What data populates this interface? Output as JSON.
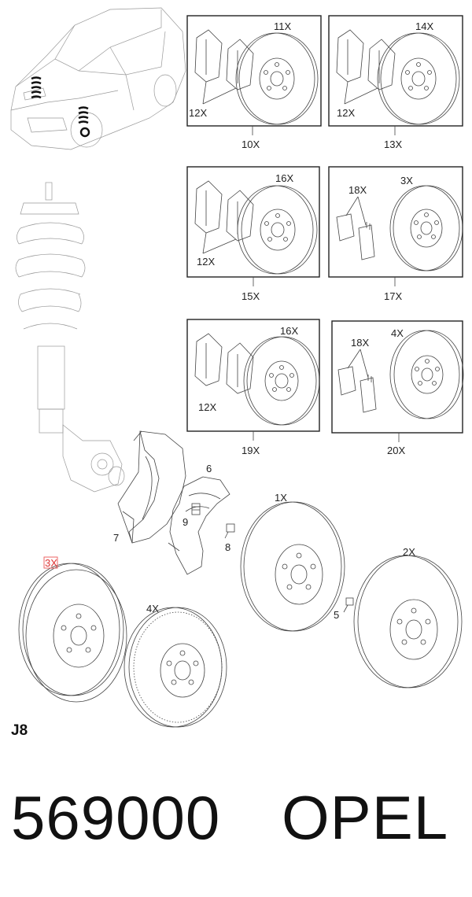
{
  "diagram": {
    "kits": [
      {
        "id": "kit-10x",
        "label": "10X",
        "disc": "11X",
        "pads": "12X"
      },
      {
        "id": "kit-13x",
        "label": "13X",
        "disc": "14X",
        "pads": "12X"
      },
      {
        "id": "kit-15x",
        "label": "15X",
        "disc": "16X",
        "pads": "12X"
      },
      {
        "id": "kit-17x",
        "label": "17X",
        "disc": "3X",
        "pads": "18X"
      },
      {
        "id": "kit-19x",
        "label": "19X",
        "disc": "16X",
        "pads": "12X"
      },
      {
        "id": "kit-20x",
        "label": "20X",
        "disc": "4X",
        "pads": "18X"
      }
    ],
    "parts": {
      "disc_1x": "1X",
      "disc_2x": "2X",
      "disc_3x": "3X",
      "disc_4x": "4X",
      "bolt_5": "5",
      "shield_6": "6",
      "shield_7": "7",
      "bolt_8": "8",
      "bolt_9": "9"
    }
  },
  "sheet_code": "J8",
  "part_number": "569000",
  "brand": "OPEL"
}
